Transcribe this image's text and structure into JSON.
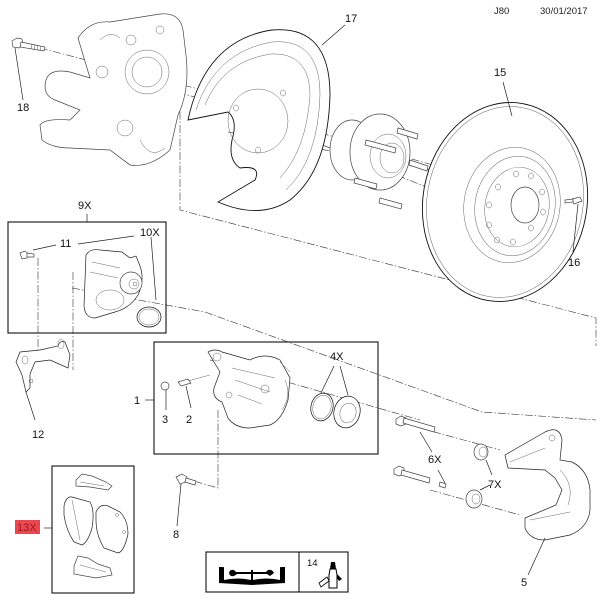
{
  "header": {
    "code": "J80",
    "date": "30/01/2017"
  },
  "callouts": {
    "c1": "1",
    "c2": "2",
    "c3": "3",
    "c4": "4X",
    "c5": "5",
    "c6": "6X",
    "c7": "7X",
    "c8": "8",
    "c9": "9X",
    "c10": "10X",
    "c11": "11",
    "c12": "12",
    "c13": "13X",
    "c14": "14",
    "c15": "15",
    "c16": "16",
    "c17": "17",
    "c18": "18"
  },
  "parts": [
    {
      "ref": "1",
      "name": "brake caliper assembly"
    },
    {
      "ref": "2",
      "name": "bleeder valve"
    },
    {
      "ref": "3",
      "name": "bleeder cap"
    },
    {
      "ref": "4X",
      "name": "piston seal kit"
    },
    {
      "ref": "5",
      "name": "caliper carrier bracket"
    },
    {
      "ref": "6X",
      "name": "guide pin bolt"
    },
    {
      "ref": "7X",
      "name": "guide pin boot"
    },
    {
      "ref": "8",
      "name": "bracket bolt"
    },
    {
      "ref": "9X",
      "name": "parking brake actuator kit"
    },
    {
      "ref": "10X",
      "name": "o-ring seal"
    },
    {
      "ref": "11",
      "name": "actuator screw"
    },
    {
      "ref": "12",
      "name": "cable bracket"
    },
    {
      "ref": "13X",
      "name": "brake pad kit",
      "highlighted": true
    },
    {
      "ref": "14",
      "name": "lubricant / adhesive"
    },
    {
      "ref": "15",
      "name": "brake disc"
    },
    {
      "ref": "16",
      "name": "disc retaining screw"
    },
    {
      "ref": "17",
      "name": "dust shield"
    },
    {
      "ref": "18",
      "name": "knuckle bolt"
    }
  ],
  "colors": {
    "highlight": "#e8474f",
    "line": "#222222"
  },
  "icons": {
    "manual": "repair-manual-icon",
    "lubricant": "lubricant-bottle-icon"
  }
}
